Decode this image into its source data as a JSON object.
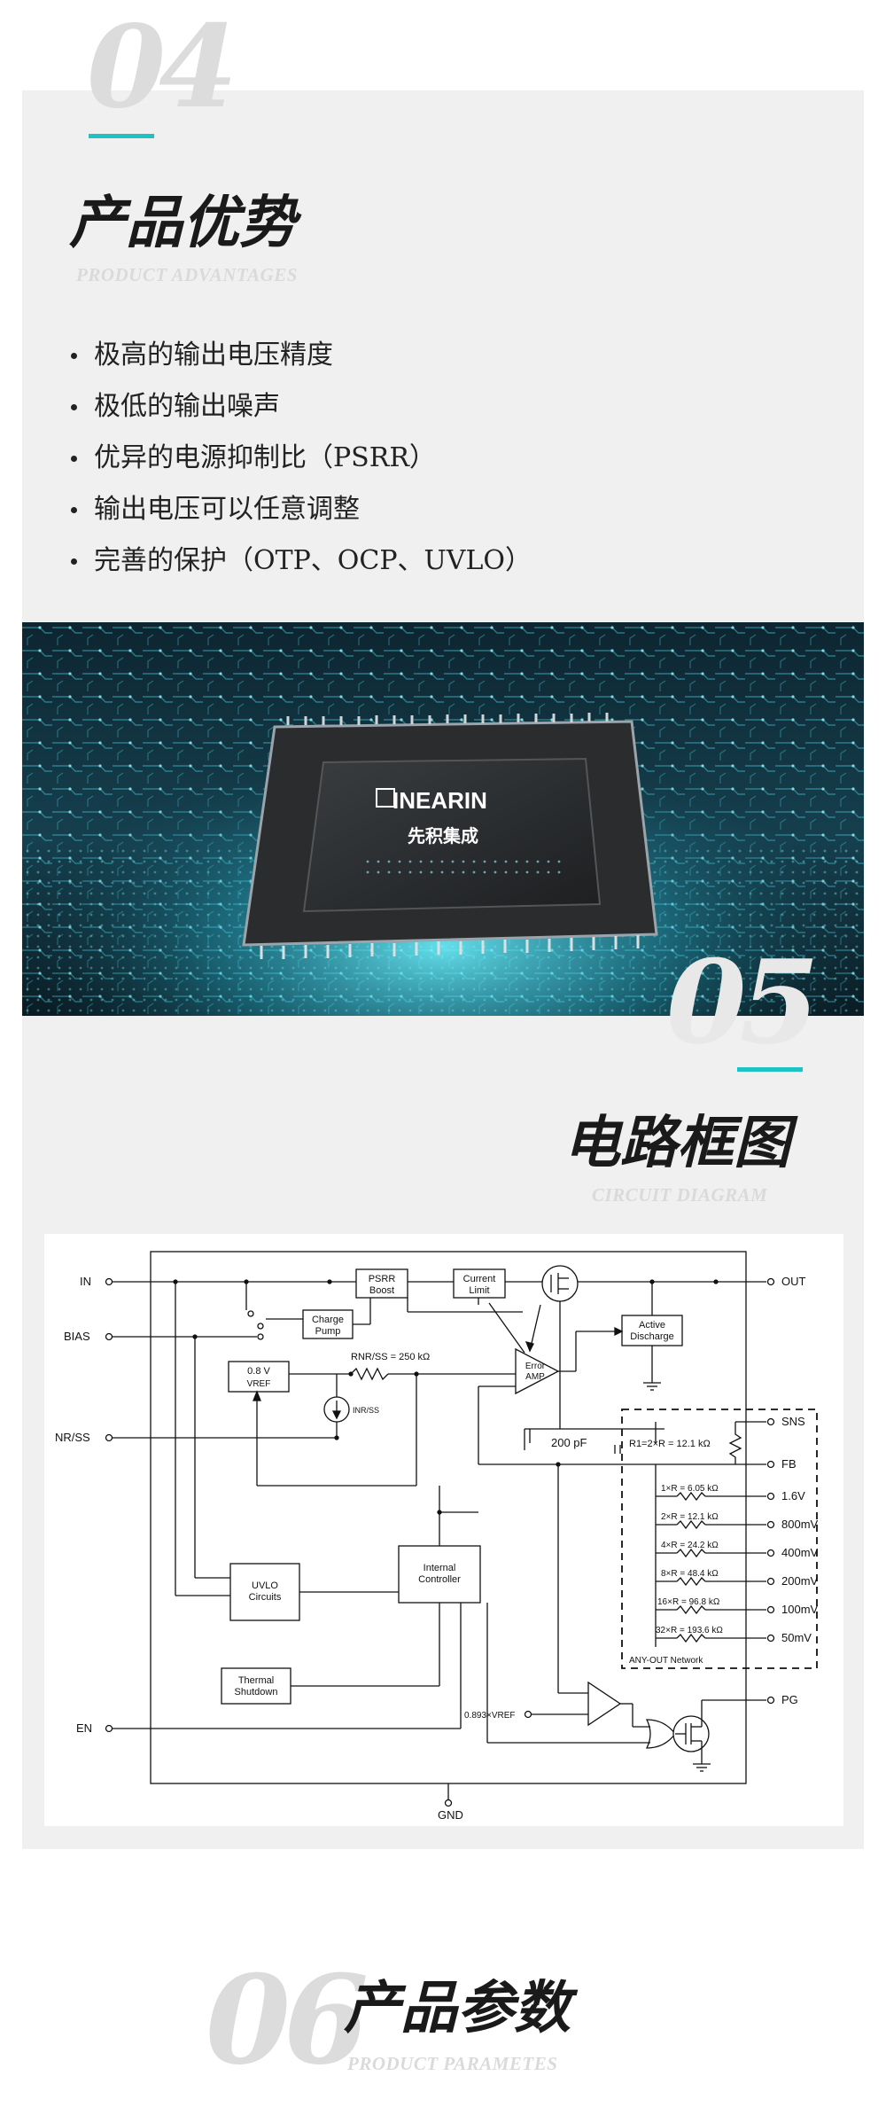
{
  "section04": {
    "number": "04",
    "title_cn": "产品优势",
    "title_en": "PRODUCT ADVANTAGES",
    "advantages": [
      "极高的输出电压精度",
      "极低的输出噪声",
      "优异的电源抑制比（PSRR）",
      "输出电压可以任意调整",
      "完善的保护（OTP、OCP、UVLO）"
    ]
  },
  "chip_image": {
    "brand": "INEARIN",
    "brand_cn": "先积集成"
  },
  "section05": {
    "number": "05",
    "title_cn": "电路框图",
    "title_en": "CIRCUIT DIAGRAM"
  },
  "circuit": {
    "pins_left": [
      "IN",
      "BIAS",
      "NR/SS",
      "EN"
    ],
    "pins_right": [
      "OUT",
      "SNS",
      "FB",
      "1.6V",
      "800mV",
      "400mV",
      "200mV",
      "100mV",
      "50mV",
      "PG"
    ],
    "pin_bottom": "GND",
    "blocks": {
      "psrr_boost": [
        "PSRR",
        "Boost"
      ],
      "current_limit": [
        "Current",
        "Limit"
      ],
      "charge_pump": [
        "Charge",
        "Pump"
      ],
      "vref": [
        "0.8 V",
        "VREF"
      ],
      "error_amp": [
        "Error",
        "AMP"
      ],
      "active_discharge": [
        "Active",
        "Discharge"
      ],
      "uvlo": [
        "UVLO",
        "Circuits"
      ],
      "internal_controller": [
        "Internal",
        "Controller"
      ],
      "thermal_shutdown": [
        "Thermal",
        "Shutdown"
      ]
    },
    "rnrss": "RNR/SS = 250 kΩ",
    "inrss": "INR/SS",
    "cap": "200 pF",
    "r1": "R1=2×R = 12.1 kΩ",
    "network": [
      "1×R = 6.05 kΩ",
      "2×R = 12.1 kΩ",
      "4×R = 24.2 kΩ",
      "8×R = 48.4 kΩ",
      "16×R = 96.8 kΩ",
      "32×R = 193.6 kΩ"
    ],
    "network_label": "ANY-OUT Network",
    "pg_ref": "0.893×VREF"
  },
  "section06": {
    "number": "06",
    "title_cn": "产品参数",
    "title_en": "PRODUCT PARAMETES"
  },
  "colors": {
    "accent": "#1fc2c2",
    "panel": "#f0f0f0",
    "ghost_text": "#dcdcdc"
  }
}
